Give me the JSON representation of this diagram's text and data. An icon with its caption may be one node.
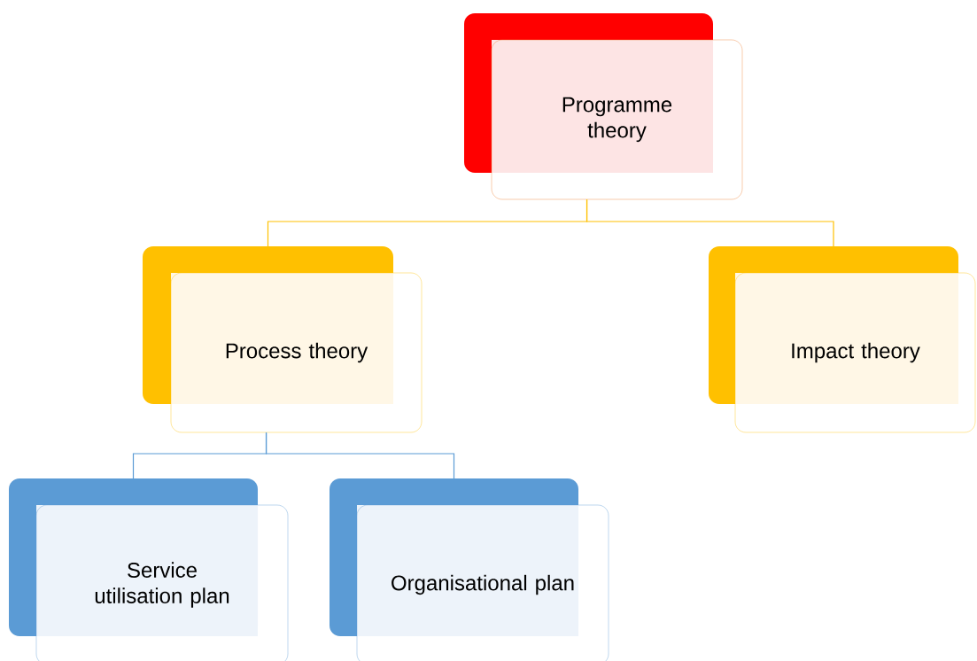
{
  "diagram": {
    "nodes": [
      {
        "text": [
          "Programme theory"
        ]
      },
      {
        "text": [
          "Process theory"
        ]
      },
      {
        "text": [
          "Impact theory"
        ]
      },
      {
        "text": [
          "Service utilisation plan"
        ]
      },
      {
        "text": [
          "Organisational plan"
        ]
      }
    ],
    "edges": [
      {
        "from": 0,
        "to": 1,
        "arrow": "none",
        "color": "#ffc000"
      },
      {
        "from": 0,
        "to": 2,
        "arrow": "none",
        "color": "#ffc000"
      },
      {
        "from": 1,
        "to": 3,
        "arrow": "none",
        "color": "#5b9bd5"
      },
      {
        "from": 1,
        "to": 4,
        "arrow": "none",
        "color": "#5b9bd5"
      }
    ]
  }
}
